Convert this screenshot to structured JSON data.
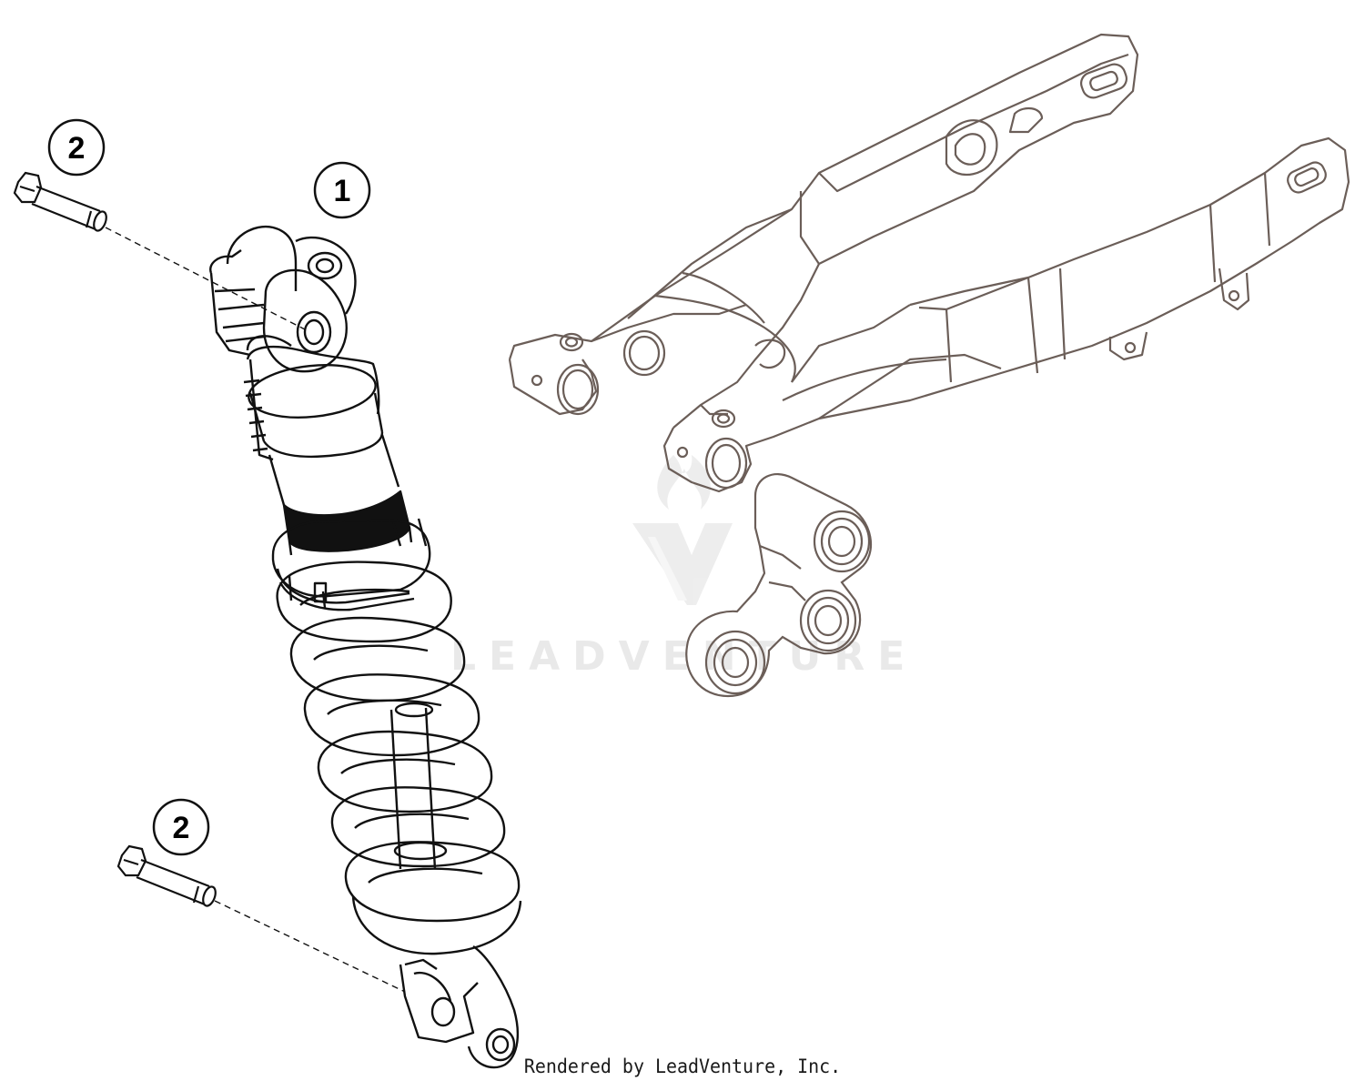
{
  "callouts": {
    "shock_absorber": "1",
    "bolt_top": "2",
    "bolt_bottom": "2"
  },
  "watermark": "LEADVENTURE",
  "footer": "Rendered by LeadVenture, Inc.",
  "colors": {
    "line": "#111111",
    "swingarm_line": "#6b5e58",
    "watermark": "#e9e9e9",
    "background": "#ffffff"
  }
}
